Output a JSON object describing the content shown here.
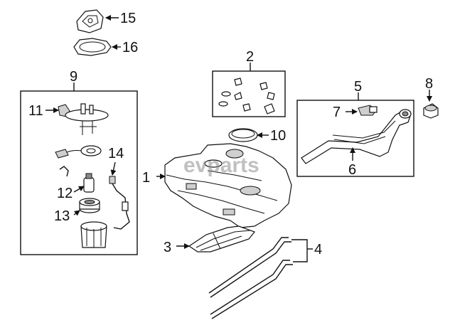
{
  "watermark": "evparts",
  "callouts": {
    "c1": "1",
    "c2": "2",
    "c3": "3",
    "c4": "4",
    "c5": "5",
    "c6": "6",
    "c7": "7",
    "c8": "8",
    "c9": "9",
    "c10": "10",
    "c11": "11",
    "c12": "12",
    "c13": "13",
    "c14": "14",
    "c15": "15",
    "c16": "16"
  }
}
